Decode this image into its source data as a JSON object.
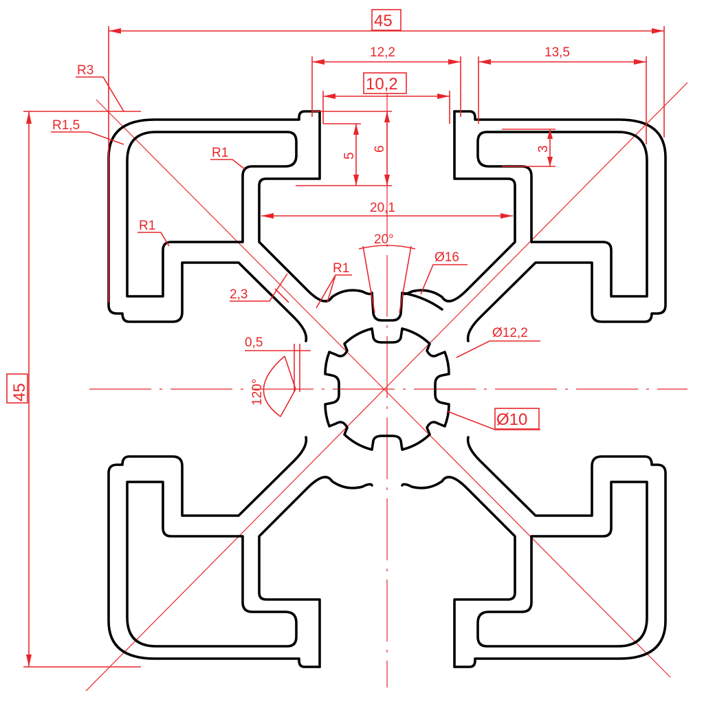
{
  "labels": {
    "overall_width": "45",
    "overall_height": "45",
    "slot_top_outer": "12,2",
    "slot_opening": "10,2",
    "flange_right": "13,5",
    "radius_corner": "R3",
    "radius_inner_corner": "R1,5",
    "radius_small_a": "R1",
    "radius_small_b": "R1",
    "radius_core": "R1",
    "depth_5": "5",
    "depth_6": "6",
    "depth_3": "3",
    "slot_inner_width": "20,1",
    "angle_core": "20°",
    "diameter_16": "Ø16",
    "wall_thickness": "2,3",
    "gap": "0,5",
    "angle_120": "120°",
    "diameter_12_2": "Ø12,2",
    "diameter_10": "Ø10"
  },
  "colors": {
    "profile": "#000000",
    "dimension": "#e8262b"
  }
}
